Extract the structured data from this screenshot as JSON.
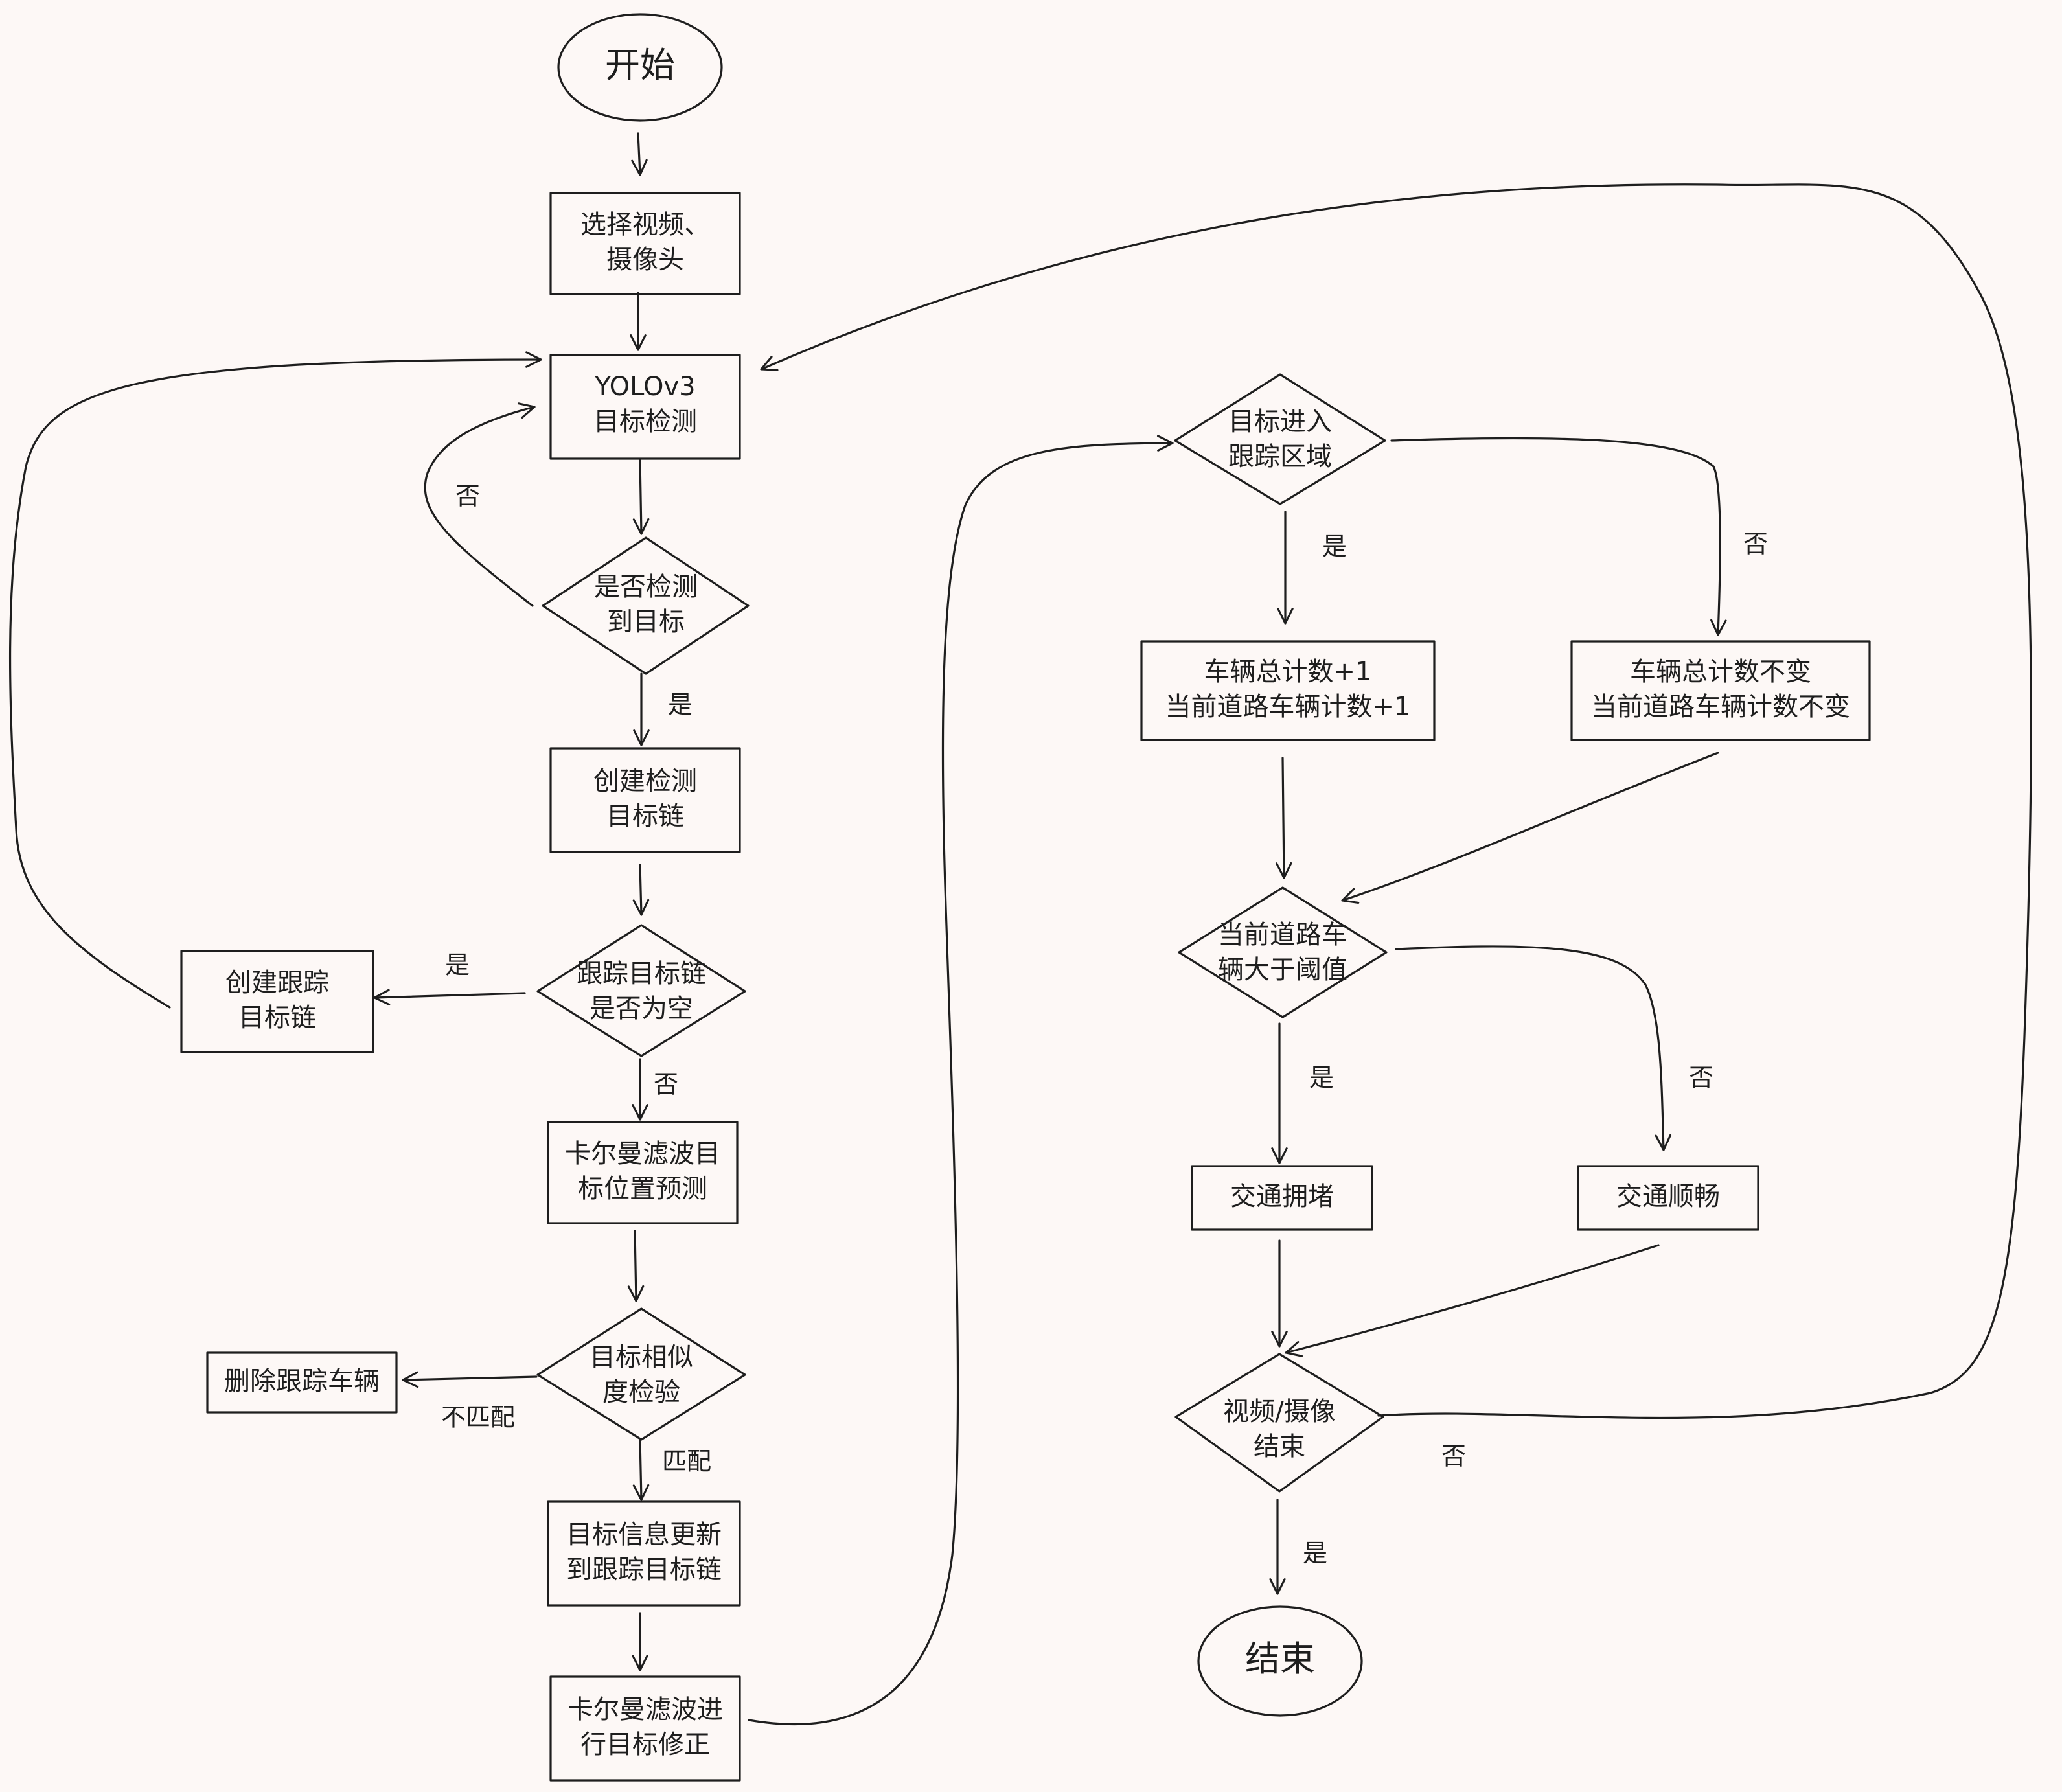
{
  "nodes": {
    "start": {
      "lines": [
        "开始"
      ]
    },
    "select_source": {
      "lines": [
        "选择视频、",
        "摄像头"
      ]
    },
    "yolo_detect": {
      "lines": [
        "YOLOv3",
        "目标检测"
      ]
    },
    "detected_q": {
      "lines": [
        "是否检测",
        "到目标"
      ]
    },
    "create_det": {
      "lines": [
        "创建检测",
        "目标链"
      ]
    },
    "track_empty_q": {
      "lines": [
        "跟踪目标链",
        "是否为空"
      ]
    },
    "create_track": {
      "lines": [
        "创建跟踪",
        "目标链"
      ]
    },
    "kalman_predict": {
      "lines": [
        "卡尔曼滤波目",
        "标位置预测"
      ]
    },
    "similarity_q": {
      "lines": [
        "目标相似",
        "度检验"
      ]
    },
    "delete_track": {
      "lines": [
        "删除跟踪车辆"
      ]
    },
    "update_info": {
      "lines": [
        "目标信息更新",
        "到跟踪目标链"
      ]
    },
    "kalman_correct": {
      "lines": [
        "卡尔曼滤波进",
        "行目标修正"
      ]
    },
    "enter_zone_q": {
      "lines": [
        "目标进入",
        "跟踪区域"
      ]
    },
    "count_plus": {
      "lines": [
        "车辆总计数+1",
        "当前道路车辆计数+1"
      ]
    },
    "count_same": {
      "lines": [
        "车辆总计数不变",
        "当前道路车辆计数不变"
      ]
    },
    "threshold_q": {
      "lines": [
        "当前道路车",
        "辆大于阈值"
      ]
    },
    "congested": {
      "lines": [
        "交通拥堵"
      ]
    },
    "smooth": {
      "lines": [
        "交通顺畅"
      ]
    },
    "end_q": {
      "lines": [
        "视频/摄像",
        "结束"
      ]
    },
    "end": {
      "lines": [
        "结束"
      ]
    }
  },
  "edge_labels": {
    "detected_no": "否",
    "detected_yes": "是",
    "track_empty_yes": "是",
    "track_empty_no": "否",
    "mismatch": "不匹配",
    "match": "匹配",
    "enter_yes": "是",
    "enter_no": "否",
    "threshold_yes": "是",
    "threshold_no": "否",
    "end_no": "否",
    "end_yes": "是"
  }
}
